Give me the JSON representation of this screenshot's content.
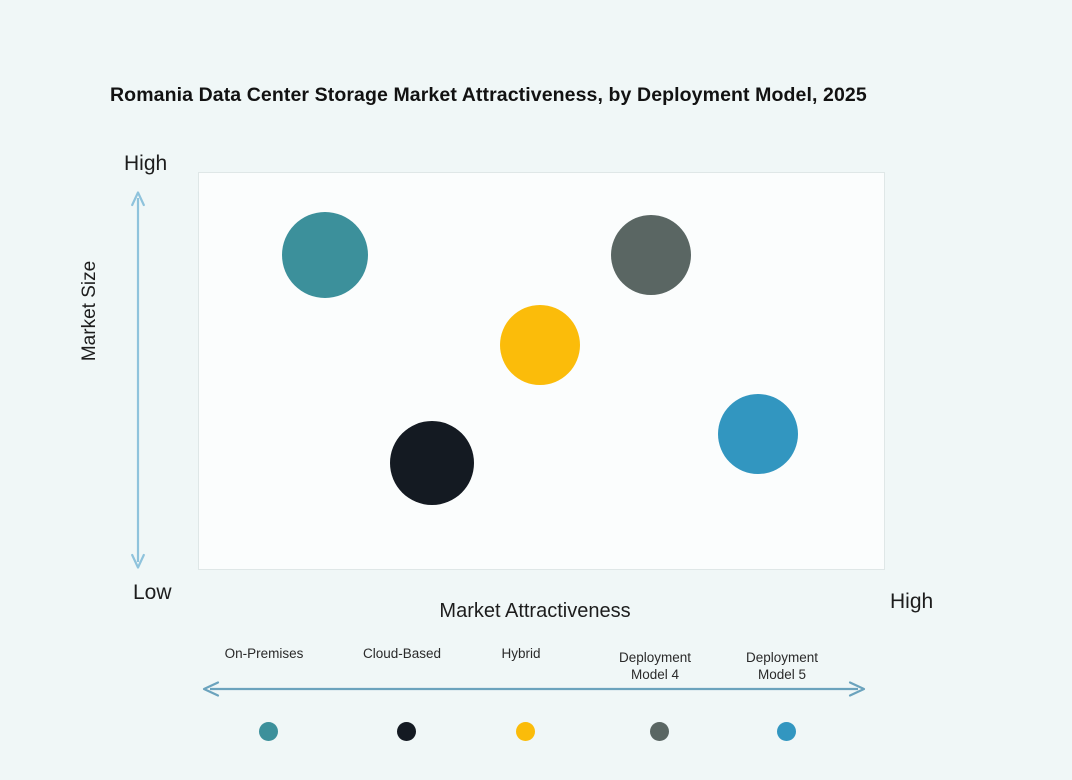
{
  "chart_data": {
    "type": "scatter",
    "title": "Romania Data Center Storage Market Attractiveness,  by Deployment Model, 2025",
    "xlabel": "Market Attractiveness",
    "ylabel": "Market Size",
    "x_axis_low_label": "",
    "x_axis_high_label": "High",
    "y_axis_low_label": "Low",
    "y_axis_high_label": "High",
    "grid": false,
    "legend_position": "bottom",
    "xlim": [
      0,
      100
    ],
    "ylim": [
      0,
      100
    ],
    "categories": [
      "On-Premises",
      "Cloud-Based",
      "Hybrid",
      "Deployment Model 4",
      "Deployment Model 5"
    ],
    "points": [
      {
        "label": "On-Premises",
        "x": 18.3,
        "y": 79.4,
        "size": 86,
        "color": "#3c909b"
      },
      {
        "label": "Cloud-Based",
        "x": 33.9,
        "y": 27.1,
        "size": 84,
        "color": "#141a22"
      },
      {
        "label": "Hybrid",
        "x": 49.6,
        "y": 56.8,
        "size": 80,
        "color": "#fbbc0a"
      },
      {
        "label": "Deployment Model 4",
        "x": 65.8,
        "y": 79.4,
        "size": 80,
        "color": "#5a6663"
      },
      {
        "label": "Deployment Model 5",
        "x": 81.4,
        "y": 34.4,
        "size": 80,
        "color": "#3296c0"
      }
    ]
  },
  "legend": {
    "items": [
      {
        "label": "On-Premises",
        "color": "#3c909b"
      },
      {
        "label": "Cloud-Based",
        "color": "#141a22"
      },
      {
        "label": "Hybrid",
        "color": "#fbbc0a"
      },
      {
        "label": "Deployment\nModel 4",
        "color": "#5a6663"
      },
      {
        "label": "Deployment\nModel 5",
        "color": "#3296c0"
      }
    ]
  },
  "colors": {
    "background": "#f0f7f7",
    "plot_background": "#fbfdfd",
    "plot_border": "#dfe7e7",
    "axis_arrow": "#8fc3dc",
    "legend_arrow": "#6ba3bd",
    "text": "#1d1d1d",
    "title": "#121212"
  }
}
